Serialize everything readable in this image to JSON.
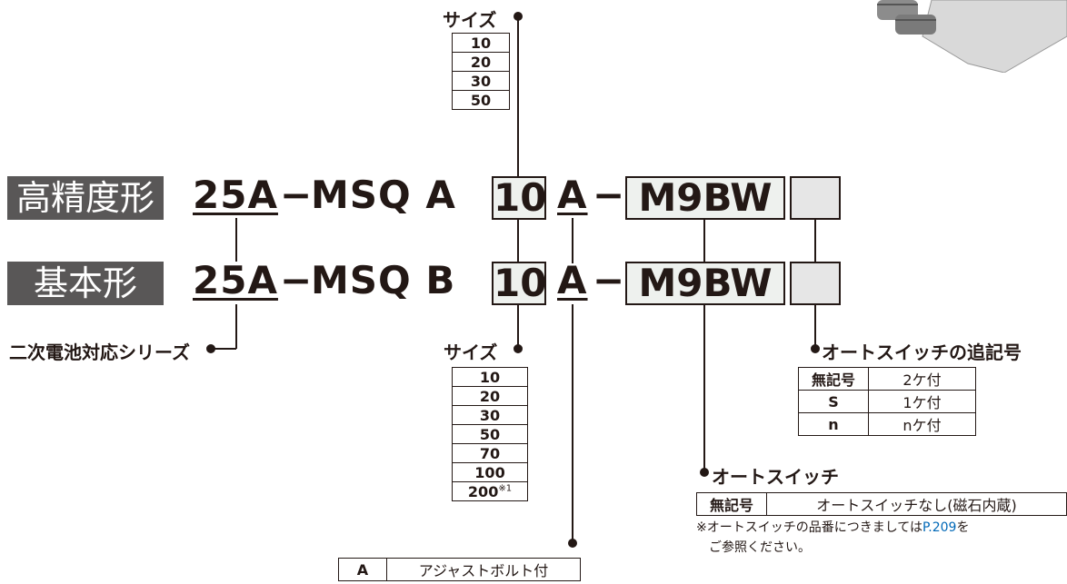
{
  "labels": {
    "tag_high": "高精度形",
    "tag_basic": "基本形",
    "size_top": "サイズ",
    "size_bottom": "サイズ",
    "series": "二次電池対応シリーズ",
    "switch_suffix": "オートスイッチの追記号",
    "auto_switch": "オートスイッチ"
  },
  "part_high": {
    "prefix": "25A",
    "dash1": "−",
    "model": "MSQ A",
    "size": "10",
    "opt": "A",
    "dash2": "−",
    "switch": "M9BW"
  },
  "part_basic": {
    "prefix": "25A",
    "dash1": "−",
    "model": "MSQ B",
    "size": "10",
    "opt": "A",
    "dash2": "−",
    "switch": "M9BW"
  },
  "size_top_rows": [
    "10",
    "20",
    "30",
    "50"
  ],
  "size_bottom_rows": [
    "10",
    "20",
    "30",
    "50",
    "70",
    "100",
    "200"
  ],
  "size_bottom_note_mark": "※1",
  "switch_suffix_rows": [
    {
      "code": "無記号",
      "desc": "2ケ付"
    },
    {
      "code": "S",
      "desc": "1ケ付"
    },
    {
      "code": "n",
      "desc": "nケ付"
    }
  ],
  "auto_switch_row": {
    "code": "無記号",
    "desc": "オートスイッチなし(磁石内蔵)"
  },
  "auto_switch_note": {
    "pre": "※オートスイッチの品番につきましては",
    "link": "P.209",
    "post": "を",
    "line2": "ご参照ください。"
  },
  "adjust_row": {
    "code": "A",
    "desc": "アジャストボルト付"
  }
}
